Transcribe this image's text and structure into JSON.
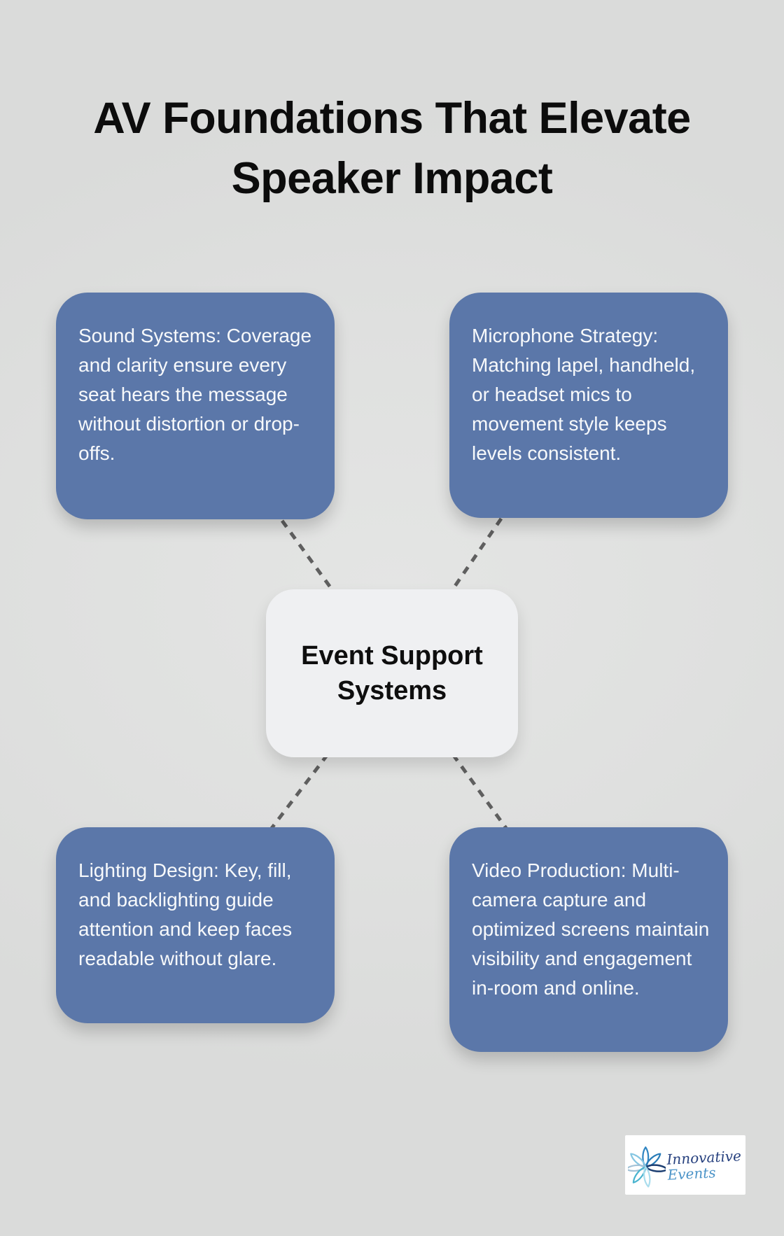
{
  "title": "AV Foundations That Elevate\nSpeaker Impact",
  "center_node": {
    "label": "Event Support\nSystems"
  },
  "nodes": [
    {
      "id": "sound-systems",
      "position": "top-left",
      "text": "Sound Systems: Coverage and clarity ensure every seat hears the message without distortion or drop-offs."
    },
    {
      "id": "microphone-strategy",
      "position": "top-right",
      "text": "Microphone Strategy: Matching lapel, handheld, or headset mics to movement style keeps levels consistent."
    },
    {
      "id": "lighting-design",
      "position": "bottom-left",
      "text": "Lighting Design: Key, fill, and backlighting guide attention and keep faces readable without glare."
    },
    {
      "id": "video-production",
      "position": "bottom-right",
      "text": "Video Production: Multi-camera capture and optimized screens maintain visibility and engagement in-room and online."
    }
  ],
  "logo": {
    "name_line1": "Innovative",
    "name_line2": "Events"
  },
  "colors": {
    "background": "#dfe0df",
    "node_fill": "#5b77a9",
    "node_text": "#f7f9fb",
    "center_fill": "#eff0f2",
    "connector": "#5f5f5f",
    "title_text": "#0c0c0c",
    "logo_dark_blue": "#27417f",
    "logo_light_blue": "#4c94c8"
  }
}
